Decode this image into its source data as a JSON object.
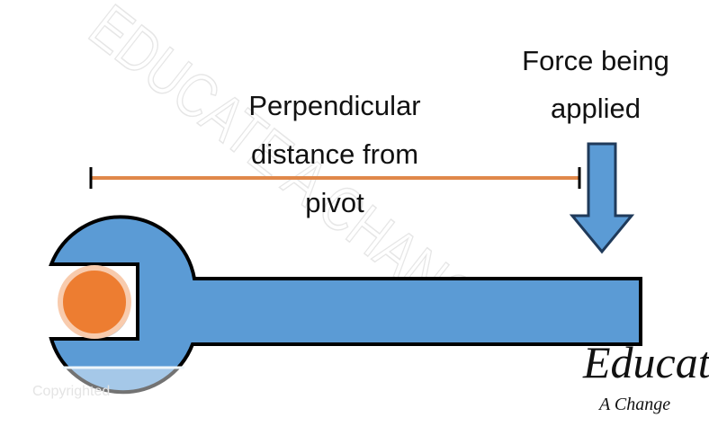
{
  "labels": {
    "distance_line1": "Perpendicular",
    "distance_line2": "distance from",
    "distance_line3": "pivot",
    "force_line1": "Force being",
    "force_line2": "applied"
  },
  "watermark": "EDUCATE A CHANGE",
  "copyright_text": "Copyrighted",
  "logo": {
    "line1": "Educate",
    "line2": "A Change"
  },
  "colors": {
    "wrench": "#5B9BD5",
    "nut": "#ED7D31",
    "nut_ring": "#F8CBAD",
    "distance_line": "#E0884A",
    "outline": "#000000"
  }
}
